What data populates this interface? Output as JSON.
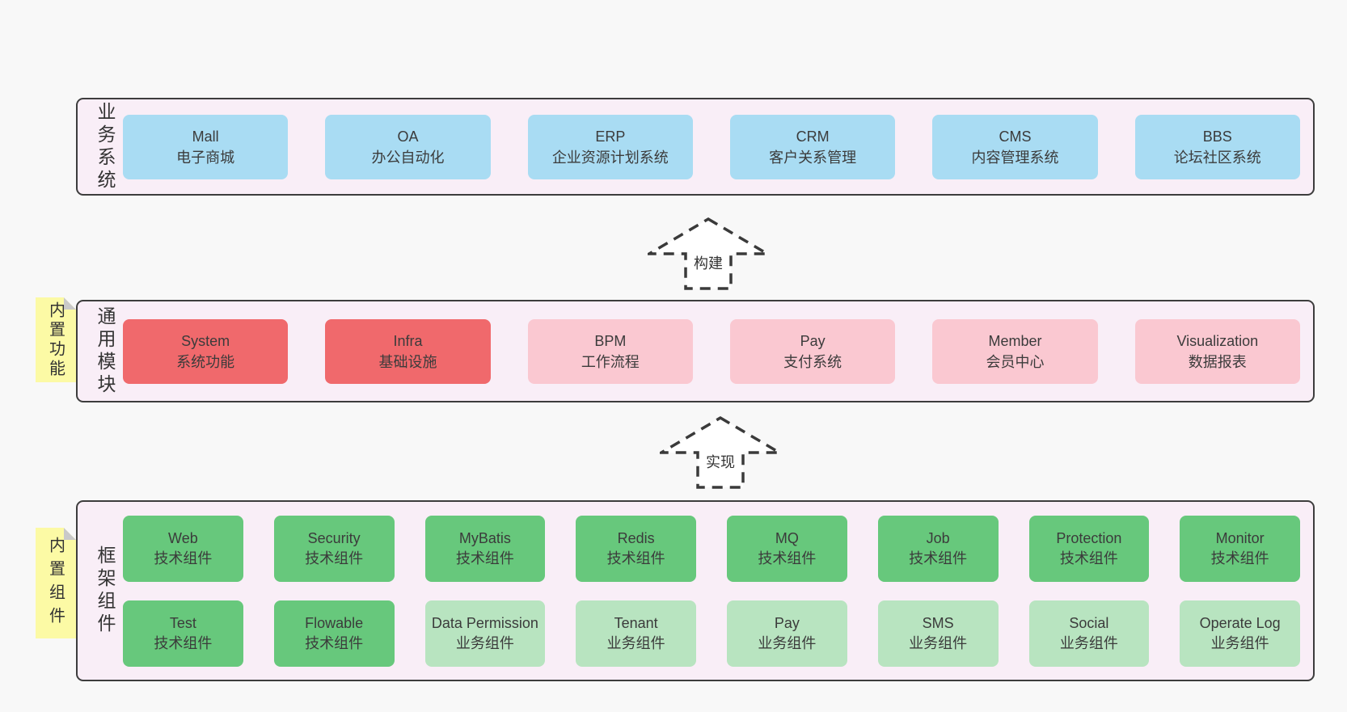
{
  "palette": {
    "page_bg": "#F8F8F8",
    "layer_bg": "#F9EEF7",
    "layer_border": "#3D3D3D",
    "blue": "#A9DCF3",
    "red": "#F0696C",
    "pink": "#FAC8D1",
    "green": "#67C87C",
    "light_green": "#B8E4C0",
    "note_yellow": "#FCFAA5",
    "note_fold": "#C9C9C9",
    "arrow_fill": "#FFFFFF",
    "arrow_stroke": "#3A3A3A",
    "text": "#3B3B3B"
  },
  "arrows": [
    {
      "label": "构建"
    },
    {
      "label": "实现"
    }
  ],
  "layers": [
    {
      "label": "业务系统",
      "boxes": [
        {
          "name": "Mall",
          "desc": "电子商城",
          "color": "blue"
        },
        {
          "name": "OA",
          "desc": "办公自动化",
          "color": "blue"
        },
        {
          "name": "ERP",
          "desc": "企业资源计划系统",
          "color": "blue"
        },
        {
          "name": "CRM",
          "desc": "客户关系管理",
          "color": "blue"
        },
        {
          "name": "CMS",
          "desc": "内容管理系统",
          "color": "blue"
        },
        {
          "name": "BBS",
          "desc": "论坛社区系统",
          "color": "blue"
        }
      ]
    },
    {
      "label": "通用模块",
      "note": "内置功能",
      "boxes": [
        {
          "name": "System",
          "desc": "系统功能",
          "color": "red"
        },
        {
          "name": "Infra",
          "desc": "基础设施",
          "color": "red"
        },
        {
          "name": "BPM",
          "desc": "工作流程",
          "color": "pink"
        },
        {
          "name": "Pay",
          "desc": "支付系统",
          "color": "pink"
        },
        {
          "name": "Member",
          "desc": "会员中心",
          "color": "pink"
        },
        {
          "name": "Visualization",
          "desc": "数据报表",
          "color": "pink"
        }
      ]
    },
    {
      "label": "框架组件",
      "note": "内置组件",
      "rows": [
        [
          {
            "name": "Web",
            "desc": "技术组件",
            "color": "green"
          },
          {
            "name": "Security",
            "desc": "技术组件",
            "color": "green"
          },
          {
            "name": "MyBatis",
            "desc": "技术组件",
            "color": "green"
          },
          {
            "name": "Redis",
            "desc": "技术组件",
            "color": "green"
          },
          {
            "name": "MQ",
            "desc": "技术组件",
            "color": "green"
          },
          {
            "name": "Job",
            "desc": "技术组件",
            "color": "green"
          },
          {
            "name": "Protection",
            "desc": "技术组件",
            "color": "green"
          },
          {
            "name": "Monitor",
            "desc": "技术组件",
            "color": "green"
          }
        ],
        [
          {
            "name": "Test",
            "desc": "技术组件",
            "color": "green"
          },
          {
            "name": "Flowable",
            "desc": "技术组件",
            "color": "green"
          },
          {
            "name": "Data Permission",
            "desc": "业务组件",
            "color": "light_green"
          },
          {
            "name": "Tenant",
            "desc": "业务组件",
            "color": "light_green"
          },
          {
            "name": "Pay",
            "desc": "业务组件",
            "color": "light_green"
          },
          {
            "name": "SMS",
            "desc": "业务组件",
            "color": "light_green"
          },
          {
            "name": "Social",
            "desc": "业务组件",
            "color": "light_green"
          },
          {
            "name": "Operate Log",
            "desc": "业务组件",
            "color": "light_green"
          }
        ]
      ]
    }
  ]
}
